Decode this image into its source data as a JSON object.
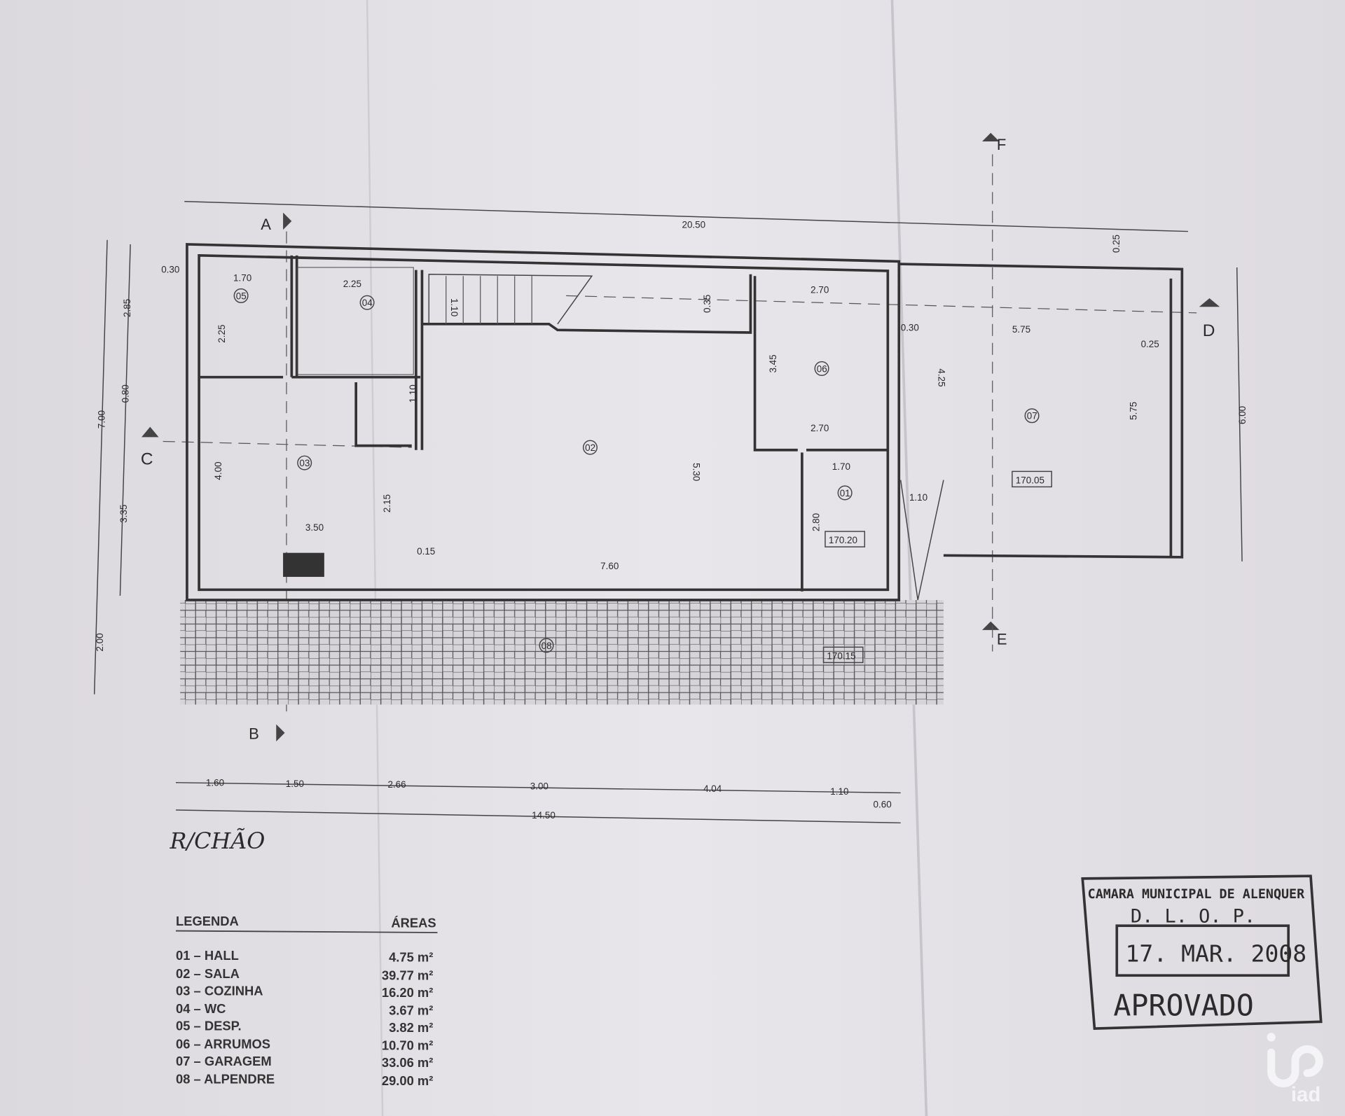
{
  "plan_title": "R/CHÃO",
  "section_markers": {
    "a": "A",
    "b": "B",
    "c": "C",
    "d": "D",
    "e": "E",
    "f": "F"
  },
  "dimensions": {
    "overall_top": "20.50",
    "overall_bottom": "14.50",
    "bottom_chain": [
      "1.60",
      "1.50",
      "2.66",
      "3.00",
      "4.04",
      "1.10",
      "0.60"
    ],
    "left_chain": [
      "2.85",
      "0.80",
      "3.35",
      "2.00"
    ],
    "left_total": "7.00",
    "right_total": "6.00",
    "inner": {
      "d030a": "0.30",
      "d170a": "1.70",
      "d225a": "2.25",
      "d225b": "2.25",
      "d110a": "1.10",
      "d110b": "1.10",
      "d035": "0.35",
      "d270a": "2.70",
      "d345": "3.45",
      "d270b": "2.70",
      "d170b": "1.70",
      "d280": "2.80",
      "d530": "5.30",
      "d760": "7.60",
      "d015": "0.15",
      "d350": "3.50",
      "d215": "2.15",
      "d400": "4.00",
      "d030b": "0.30",
      "d575a": "5.75",
      "d025a": "0.25",
      "d025b": "0.25",
      "d425": "4.25",
      "d575b": "5.75",
      "d110c": "1.10"
    },
    "levels": [
      "170.20",
      "170.05",
      "170.15"
    ]
  },
  "rooms": [
    "01",
    "02",
    "03",
    "04",
    "05",
    "06",
    "07",
    "08"
  ],
  "legend": {
    "header_left": "LEGENDA",
    "header_right": "ÁREAS",
    "items": [
      {
        "name": "01 – HALL",
        "area": "4.75 m²"
      },
      {
        "name": "02 – SALA",
        "area": "39.77 m²"
      },
      {
        "name": "03 – COZINHA",
        "area": "16.20 m²"
      },
      {
        "name": "04 – WC",
        "area": "3.67 m²"
      },
      {
        "name": "05 – DESP.",
        "area": "3.82 m²"
      },
      {
        "name": "06 – ARRUMOS",
        "area": "10.70 m²"
      },
      {
        "name": "07 – GARAGEM",
        "area": "33.06 m²"
      },
      {
        "name": "08 – ALPENDRE",
        "area": "29.00 m²"
      }
    ]
  },
  "stamp": {
    "line1": "CAMARA MUNICIPAL DE ALENQUER",
    "line2": "D. L. O. P.",
    "date": "17. MAR. 2008",
    "status": "APROVADO"
  },
  "watermark": "iad"
}
